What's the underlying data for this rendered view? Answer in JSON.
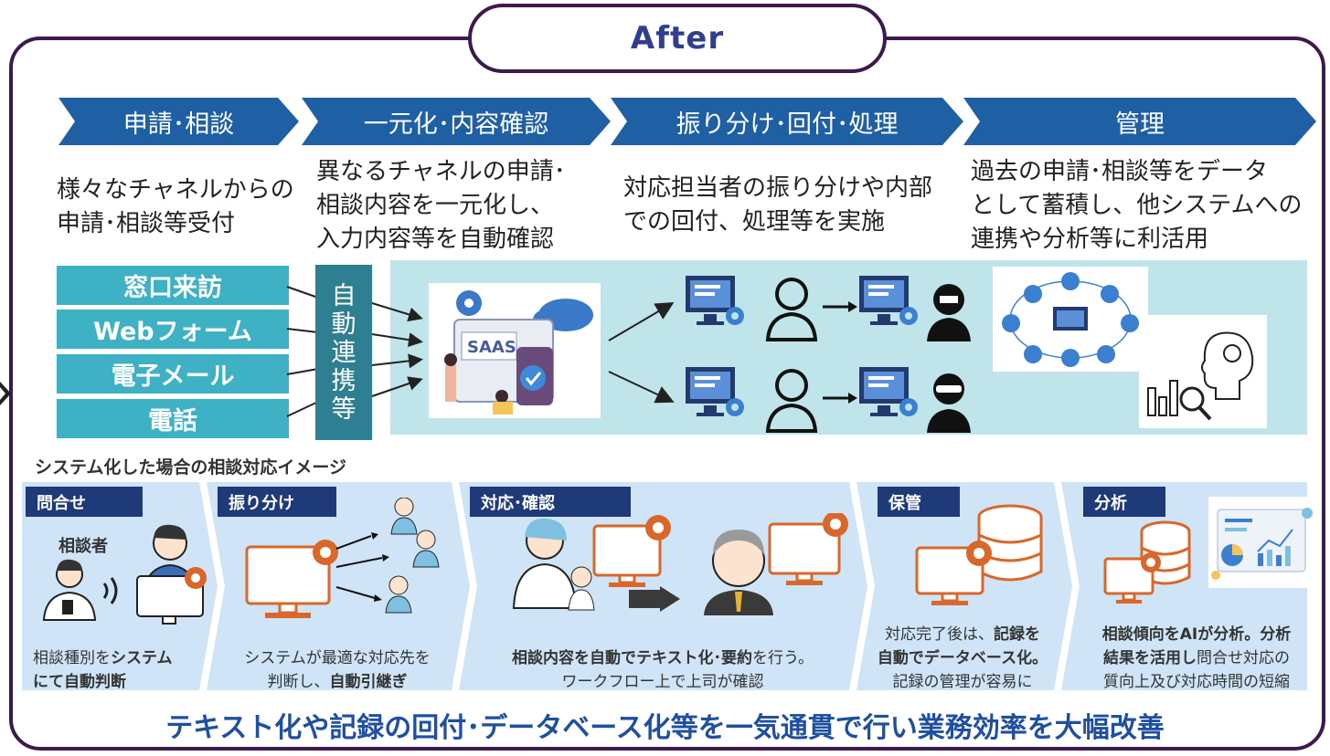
{
  "header": {
    "title": "After"
  },
  "steps": [
    {
      "label": "申請･相談",
      "desc": [
        "様々なチャネルからの",
        "申請･相談等受付"
      ]
    },
    {
      "label": "一元化･内容確認",
      "desc": [
        "異なるチャネルの申請･",
        "相談内容を一元化し、",
        "入力内容等を自動確認"
      ]
    },
    {
      "label": "振り分け･回付･処理",
      "desc": [
        "対応担当者の振り分けや内部",
        "での回付、処理等を実施"
      ]
    },
    {
      "label": "管理",
      "desc": [
        "過去の申請･相談等をデータ",
        "として蓄積し、他システムへの",
        "連携や分析等に利活用"
      ]
    }
  ],
  "channels": [
    "窓口来訪",
    "Webフォーム",
    "電子メール",
    "電話"
  ],
  "auto_label": [
    "自",
    "動",
    "連",
    "携",
    "等"
  ],
  "saas_label": "SAAS",
  "system_section": {
    "title": "システム化した場合の相談対応イメージ",
    "stages": [
      {
        "tag": "問合せ",
        "person_label": "相談者",
        "caption_parts": [
          [
            "相談種別を",
            false
          ],
          [
            "システム",
            true
          ],
          [
            "にて自動判断",
            true
          ]
        ]
      },
      {
        "tag": "振り分け",
        "caption_parts": [
          [
            "システムが最適な対応先を",
            false
          ],
          [
            "判断し、",
            false
          ],
          [
            "自動引継ぎ",
            true
          ]
        ]
      },
      {
        "tag": "対応･確認",
        "caption_parts": [
          [
            "相談内容を自動でテキスト化･要約",
            true
          ],
          [
            "を行う。",
            false
          ],
          [
            "ワークフロー上で上司が確認",
            false
          ]
        ]
      },
      {
        "tag": "保管",
        "caption_parts": [
          [
            "対応完了後は、",
            false
          ],
          [
            "記録を",
            true
          ],
          [
            "自動でデータベース化。",
            true
          ],
          [
            "記録の管理が容易に",
            false
          ]
        ]
      },
      {
        "tag": "分析",
        "caption_parts": [
          [
            "相談傾向をAIが分析。分析",
            true
          ],
          [
            "結果を活用し",
            true
          ],
          [
            "問合せ対応の",
            false
          ],
          [
            "質向上及び対応時間の短縮",
            false
          ]
        ]
      }
    ]
  },
  "bottom_banner": "テキスト化や記録の回付･データベース化等を一気通貫で行い業務効率を大幅改善",
  "colors": {
    "frame": "#3d1a4d",
    "step_arrow": "#1f5fa3",
    "channel": "#3fb1c4",
    "auto": "#2e7f91",
    "panel": "#bfe4ea",
    "lower": "#cfe5f7",
    "tag": "#1f3a78",
    "orange": "#d9672a",
    "banner": "#1f4fa0"
  },
  "icons": [
    "gear-icon",
    "monitor-icon",
    "person-icon",
    "database-icon",
    "phone-icon",
    "chart-icon",
    "magnifier-icon",
    "network-icon",
    "ai-brain-icon",
    "arrow-icon"
  ]
}
